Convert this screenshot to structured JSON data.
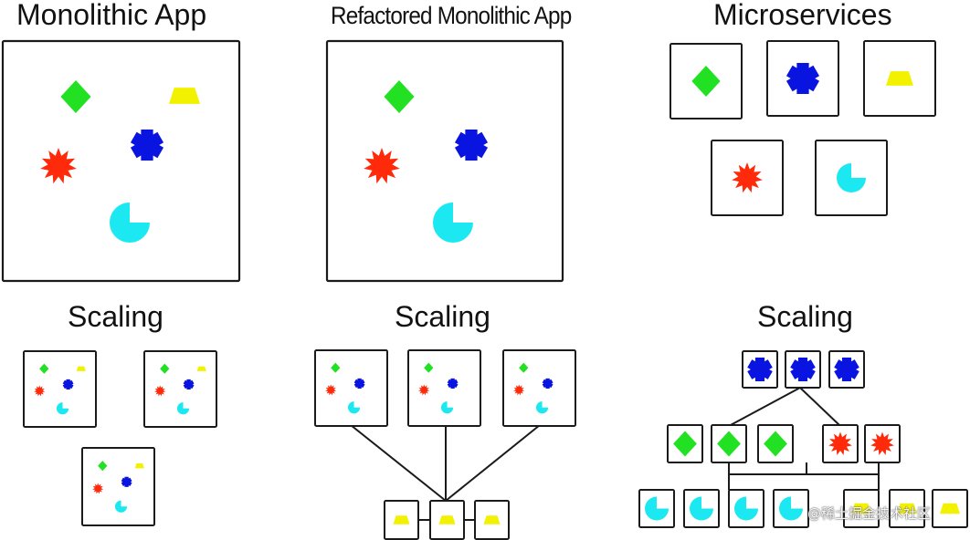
{
  "titles": {
    "monolithic": "Monolithic App",
    "refactored": "Refactored Monolithic App",
    "microservices": "Microservices",
    "scaling_monolithic": "Scaling",
    "scaling_refactored": "Scaling",
    "scaling_microservices": "Scaling"
  },
  "watermark": "@稀土掘金技术社区",
  "colors": {
    "diamond": "#22e022",
    "asterisk": "#0a14e0",
    "trapezoid": "#f2f200",
    "star": "#ff2a0a",
    "pacman": "#1ce8f2",
    "stroke": "#1a1a1a"
  },
  "icons": [
    "diamond-icon",
    "asterisk-icon",
    "trapezoid-icon",
    "starburst-icon",
    "pacman-icon"
  ]
}
